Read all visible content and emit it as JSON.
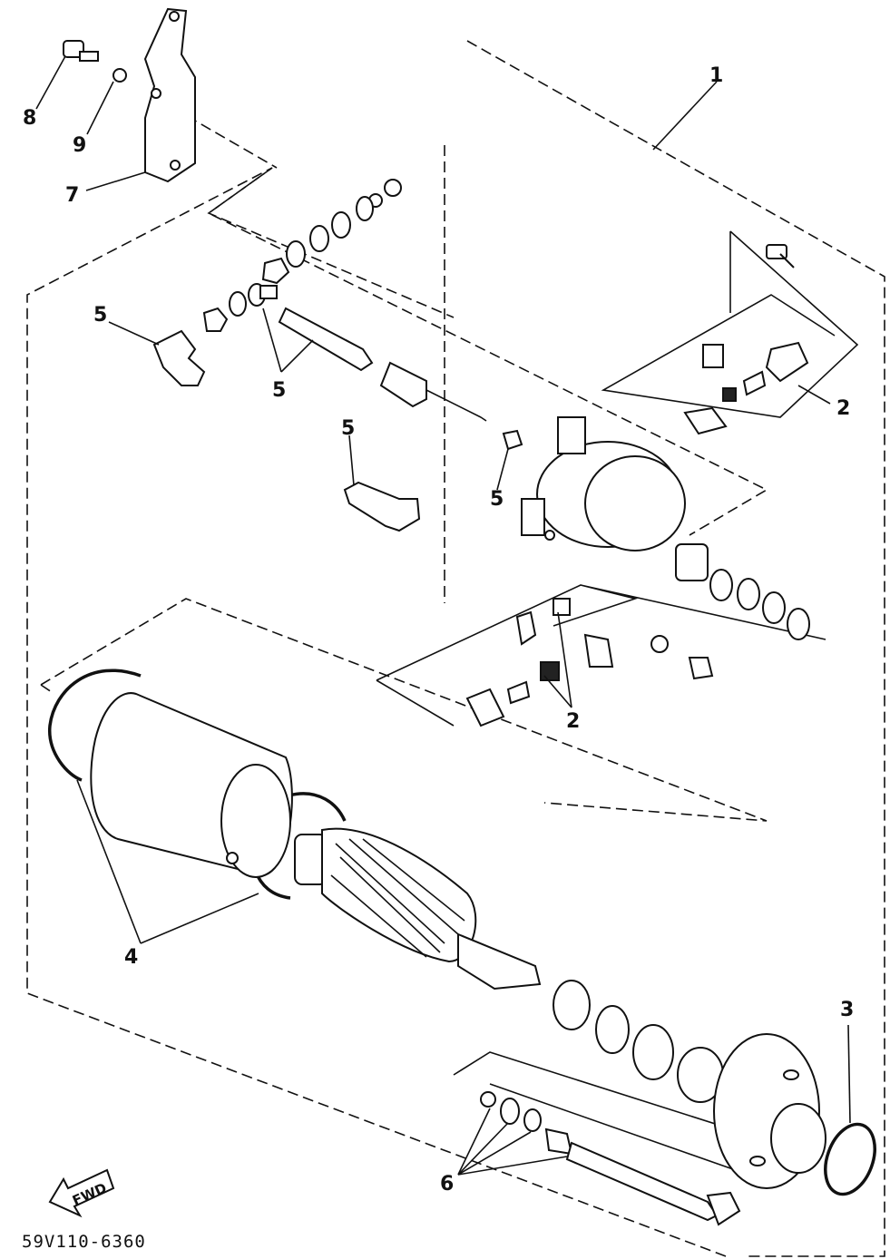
{
  "callouts": {
    "c1": "1",
    "c2a": "2",
    "c2b": "2",
    "c3": "3",
    "c4": "4",
    "c5a": "5",
    "c5b": "5",
    "c5c": "5",
    "c5d": "5",
    "c6": "6",
    "c7": "7",
    "c8": "8",
    "c9": "9"
  },
  "fwd_label": "FWD",
  "diagram_code": "59V110-6360"
}
